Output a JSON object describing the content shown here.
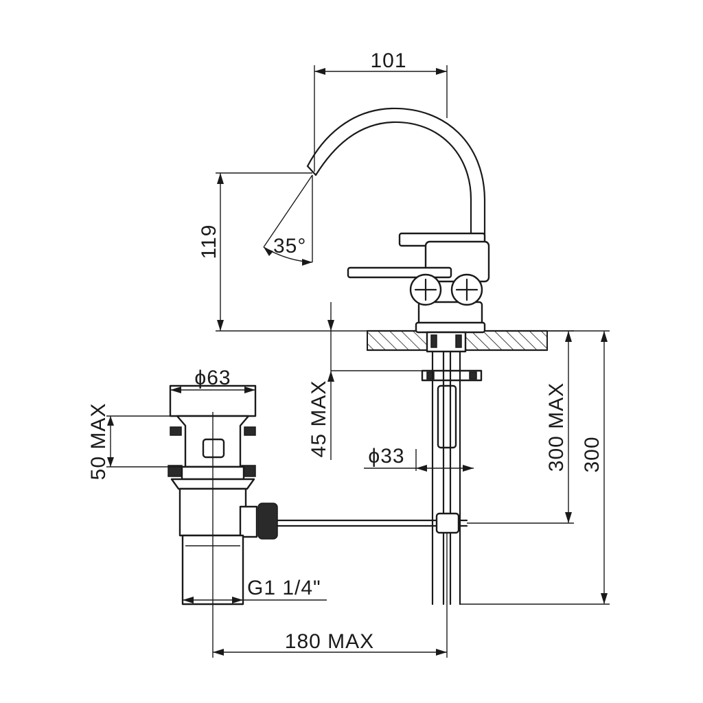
{
  "dimensions": {
    "spout_reach": "101",
    "spout_height": "119",
    "spout_angle": "35°",
    "drain_diameter": "ϕ63",
    "drain_height": "50 MAX",
    "deck_thickness": "45 MAX",
    "shank_diameter": "ϕ33",
    "shank_length_max": "300 MAX",
    "shank_length": "300",
    "drain_thread": "G1 1/4\"",
    "rod_length": "180 MAX"
  }
}
